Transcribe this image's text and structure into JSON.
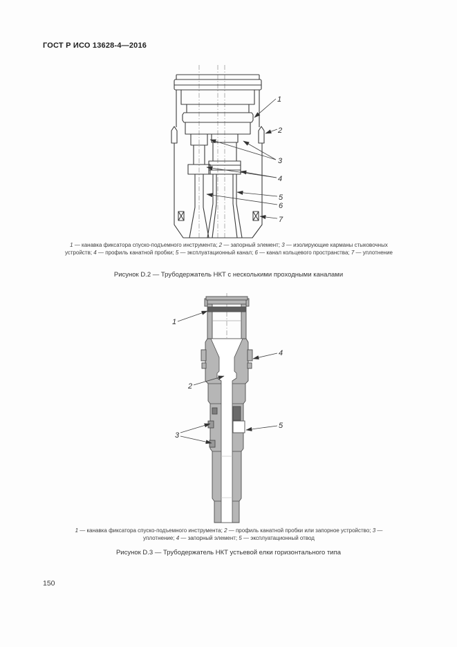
{
  "page": {
    "header": "ГОСТ Р ИСО 13628-4—2016",
    "page_number": "150"
  },
  "figure_d2": {
    "caption": "Рисунок D.2 — Трубодержатель НКТ с несколькими проходными каналами",
    "callouts": [
      "1",
      "2",
      "3",
      "4",
      "5",
      "6",
      "7"
    ],
    "legend_parts": [
      {
        "num": "1",
        "text": " — канавка фиксатора спуско-подъемного инструмента; "
      },
      {
        "num": "2",
        "text": " — запорный элемент; "
      },
      {
        "num": "3",
        "text": " — изолирующие карманы стыковочных устройств; "
      },
      {
        "num": "4",
        "text": " — профиль канатной пробки; "
      },
      {
        "num": "5",
        "text": " — эксплуатационный канал; "
      },
      {
        "num": "6",
        "text": " — канал кольцевого пространства; "
      },
      {
        "num": "7",
        "text": " — уплотнение"
      }
    ]
  },
  "figure_d3": {
    "caption": "Рисунок D.3 — Трубодержатель НКТ устьевой елки горизонтального типа",
    "callouts": [
      "1",
      "2",
      "3",
      "4",
      "5"
    ],
    "legend_parts": [
      {
        "num": "1",
        "text": " — канавка фиксатора спуско-подъемного инструмента; "
      },
      {
        "num": "2",
        "text": " — профиль канатной пробки или запорное устройство; "
      },
      {
        "num": "3",
        "text": " — уплотнение; "
      },
      {
        "num": "4",
        "text": " — запорный элемент; "
      },
      {
        "num": "5",
        "text": " — эксплуатационный отвод"
      }
    ]
  }
}
